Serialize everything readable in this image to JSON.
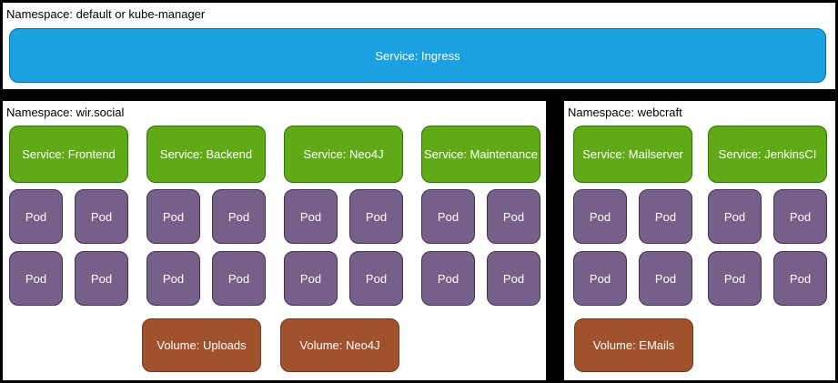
{
  "labels": {
    "pod": "Pod"
  },
  "colors": {
    "background": "#000000",
    "panel_bg": "#FFFFFF",
    "ingress_fill": "#1BA1E2",
    "ingress_stroke": "#006EAF",
    "service_fill": "#60A917",
    "service_stroke": "#2D7600",
    "pod_fill": "#76608A",
    "pod_stroke": "#432D57",
    "volume_fill": "#A0522D",
    "volume_stroke": "#6D3A1F",
    "box_text": "#FFFFFF",
    "label_text": "#000000"
  },
  "top_panel": {
    "namespace_label": "Namespace: default or kube-manager",
    "ingress_service": "Service: Ingress"
  },
  "left_panel": {
    "namespace_label": "Namespace: wir.social",
    "services": [
      {
        "name": "Service: Frontend",
        "pod_count": 4
      },
      {
        "name": "Service: Backend",
        "pod_count": 4
      },
      {
        "name": "Service: Neo4J",
        "pod_count": 4
      },
      {
        "name": "Service: Maintenance",
        "pod_count": 4
      }
    ],
    "volumes": [
      {
        "name": "Volume: Uploads"
      },
      {
        "name": "Volume: Neo4J"
      }
    ]
  },
  "right_panel": {
    "namespace_label": "Namespace: webcraft",
    "services": [
      {
        "name": "Service: Mailserver",
        "pod_count": 4
      },
      {
        "name": "Service: JenkinsCI",
        "pod_count": 4
      }
    ],
    "volumes": [
      {
        "name": "Volume: EMails"
      }
    ]
  }
}
